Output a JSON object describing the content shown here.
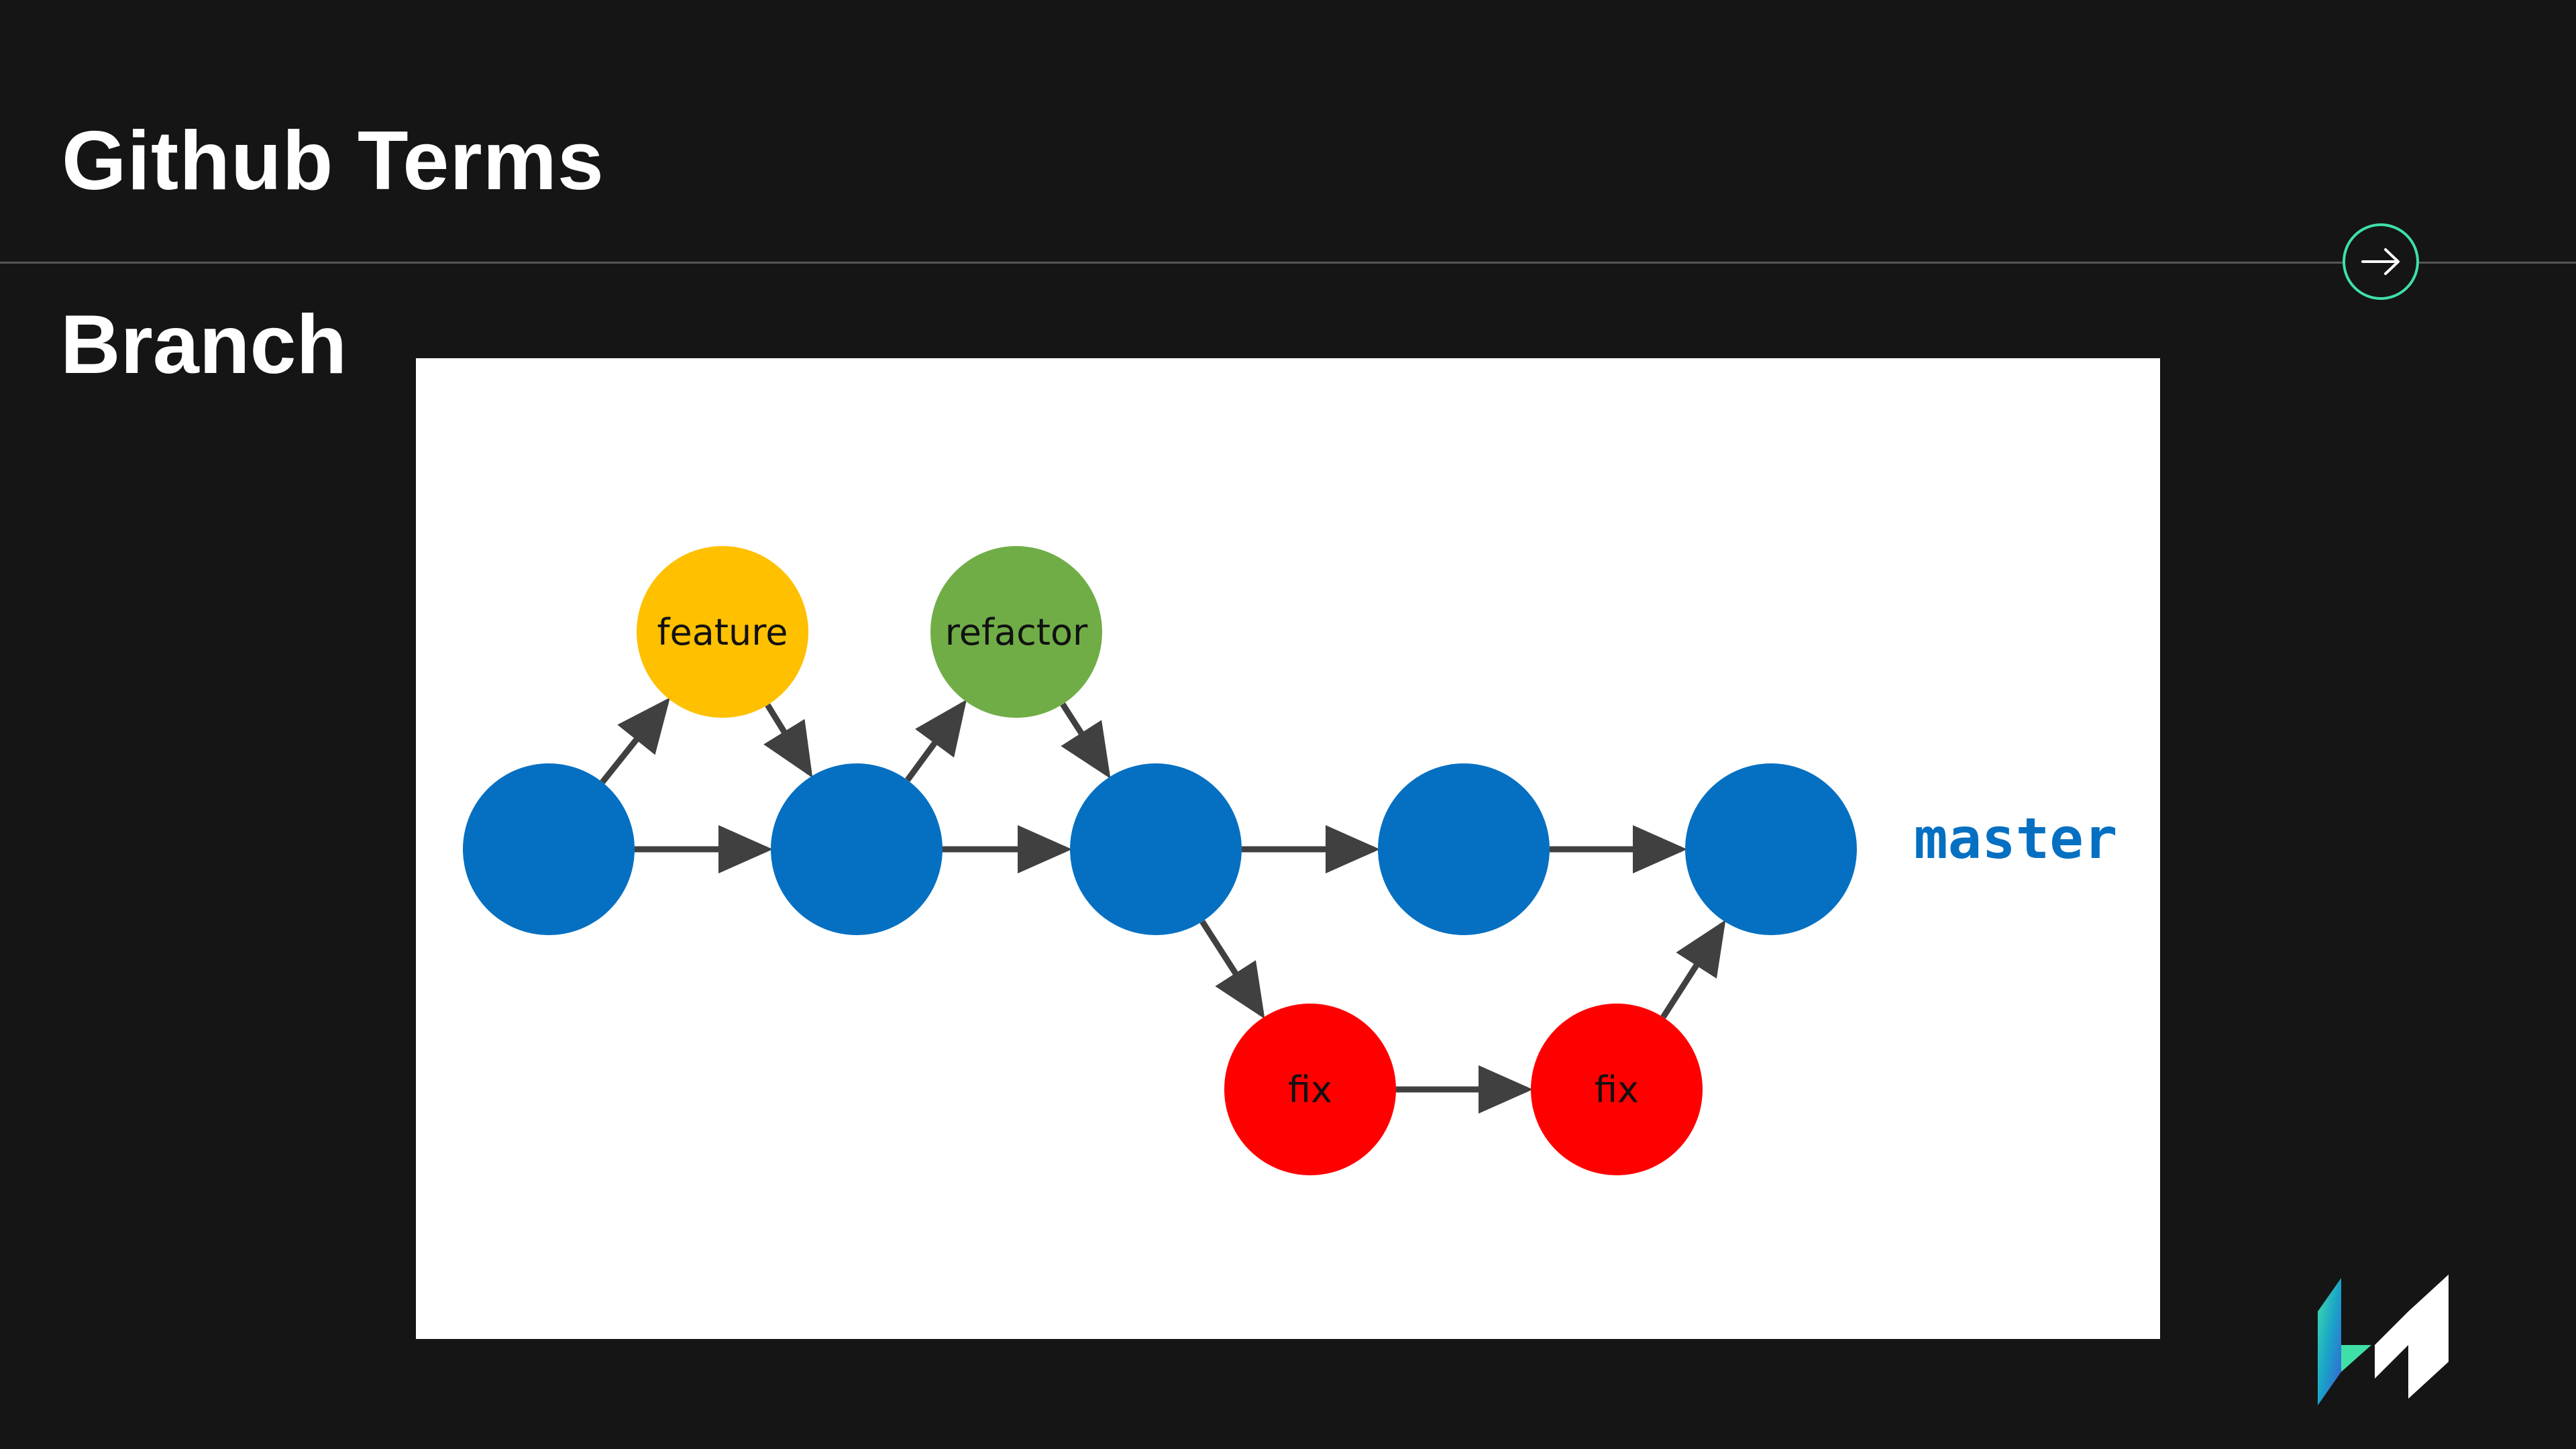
{
  "slide": {
    "title": "Github Terms",
    "subtitle": "Branch"
  },
  "navigation": {
    "next_icon": "arrow-right-circle-icon",
    "accent_color": "#3fe0a8"
  },
  "diagram": {
    "colors": {
      "master": "#0570c2",
      "feature": "#ffc000",
      "refactor": "#70ad47",
      "fix": "#ff0000",
      "arrow": "#404040"
    },
    "branch_label": "master",
    "nodes": [
      {
        "id": "m1",
        "branch": "master",
        "label": ""
      },
      {
        "id": "m2",
        "branch": "master",
        "label": ""
      },
      {
        "id": "m3",
        "branch": "master",
        "label": ""
      },
      {
        "id": "m4",
        "branch": "master",
        "label": ""
      },
      {
        "id": "m5",
        "branch": "master",
        "label": ""
      },
      {
        "id": "f1",
        "branch": "feature",
        "label": "feature"
      },
      {
        "id": "r1",
        "branch": "refactor",
        "label": "refactor"
      },
      {
        "id": "x1",
        "branch": "fix",
        "label": "fix"
      },
      {
        "id": "x2",
        "branch": "fix",
        "label": "fix"
      }
    ],
    "edges": [
      {
        "from": "m1",
        "to": "m2"
      },
      {
        "from": "m2",
        "to": "m3"
      },
      {
        "from": "m3",
        "to": "m4"
      },
      {
        "from": "m4",
        "to": "m5"
      },
      {
        "from": "m1",
        "to": "f1"
      },
      {
        "from": "f1",
        "to": "m2"
      },
      {
        "from": "m2",
        "to": "r1"
      },
      {
        "from": "r1",
        "to": "m3"
      },
      {
        "from": "m3",
        "to": "x1"
      },
      {
        "from": "x1",
        "to": "x2"
      },
      {
        "from": "x2",
        "to": "m5"
      }
    ]
  },
  "brand": {
    "logo_icon": "brand-logo-icon"
  }
}
